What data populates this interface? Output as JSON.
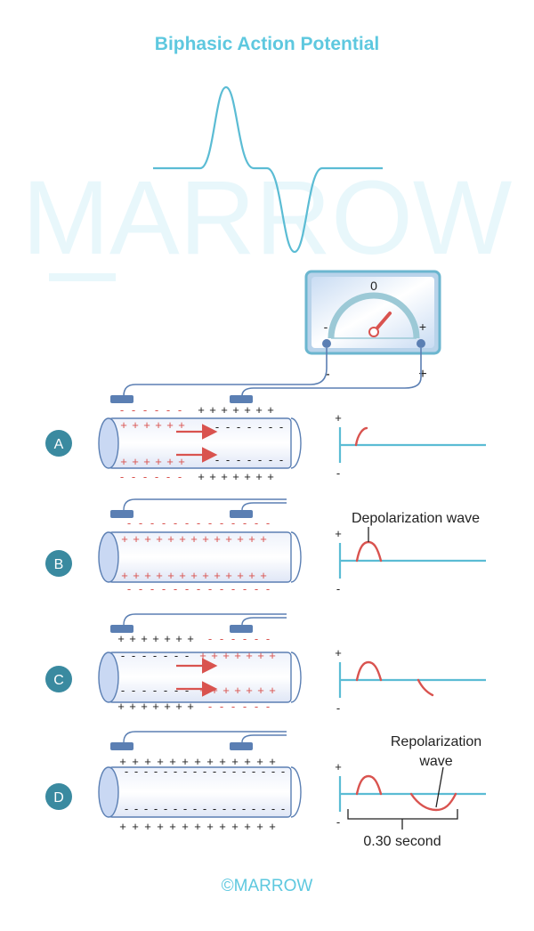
{
  "title": "Biphasic Action Potential",
  "watermark": "MARROW",
  "footer": "©MARROW",
  "meter": {
    "zero_label": "0",
    "minus": "-",
    "plus": "+"
  },
  "rows": [
    {
      "id": "A",
      "top_left": "- - - - - - - - - - -",
      "top_right": "+ + + + + + + + +"
    },
    {
      "id": "B"
    },
    {
      "id": "C"
    },
    {
      "id": "D"
    }
  ],
  "annotations": {
    "depolarization": "Depolarization wave",
    "repolarization_line1": "Repolarization",
    "repolarization_line2": "wave",
    "time": "0.30 second"
  },
  "graph_signs": {
    "plus": "+",
    "minus": "-"
  },
  "colors": {
    "teal": "#5bbcd4",
    "red": "#d9534f",
    "badge": "#3a8aa0",
    "electrode": "#5b7fb3",
    "accent": "#5ec8df"
  }
}
